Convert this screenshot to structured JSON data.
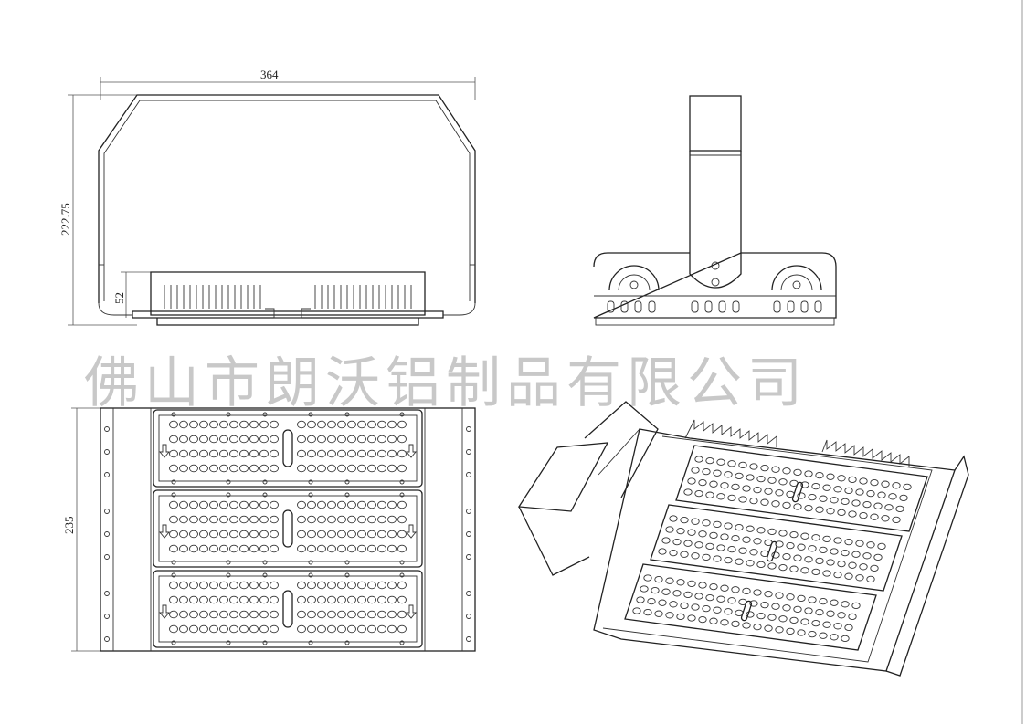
{
  "watermark": "佛山市朗沃铝制品有限公司",
  "dimensions": {
    "front_width": "364",
    "front_height": "222.75",
    "front_base_height": "52",
    "top_height": "235"
  },
  "colors": {
    "line": "#222222",
    "watermark": "#c8c8c8",
    "background": "#ffffff"
  }
}
